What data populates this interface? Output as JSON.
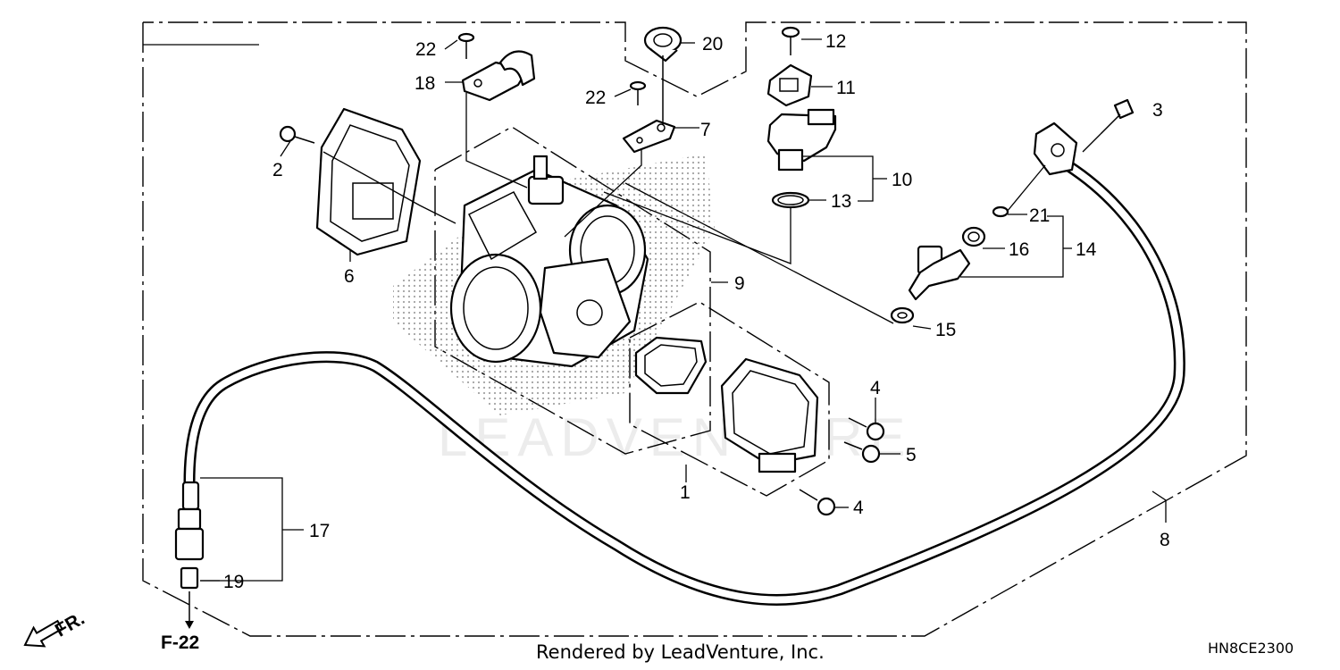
{
  "callouts": [
    {
      "id": "c1",
      "text": "1"
    },
    {
      "id": "c2",
      "text": "2"
    },
    {
      "id": "c3",
      "text": "3"
    },
    {
      "id": "c4a",
      "text": "4"
    },
    {
      "id": "c4b",
      "text": "4"
    },
    {
      "id": "c5",
      "text": "5"
    },
    {
      "id": "c6",
      "text": "6"
    },
    {
      "id": "c7",
      "text": "7"
    },
    {
      "id": "c8",
      "text": "8"
    },
    {
      "id": "c9",
      "text": "9"
    },
    {
      "id": "c10",
      "text": "10"
    },
    {
      "id": "c11",
      "text": "11"
    },
    {
      "id": "c12",
      "text": "12"
    },
    {
      "id": "c13",
      "text": "13"
    },
    {
      "id": "c14",
      "text": "14"
    },
    {
      "id": "c15",
      "text": "15"
    },
    {
      "id": "c16",
      "text": "16"
    },
    {
      "id": "c17",
      "text": "17"
    },
    {
      "id": "c18",
      "text": "18"
    },
    {
      "id": "c19",
      "text": "19"
    },
    {
      "id": "c20",
      "text": "20"
    },
    {
      "id": "c21",
      "text": "21"
    },
    {
      "id": "c22a",
      "text": "22"
    },
    {
      "id": "c22b",
      "text": "22"
    }
  ],
  "direction_label": "FR.",
  "ref_label": "F-22",
  "watermark": "LEADVENTURE",
  "footer": {
    "rendered_by": "Rendered by LeadVenture, Inc.",
    "diagram_code": "HN8CE2300"
  }
}
